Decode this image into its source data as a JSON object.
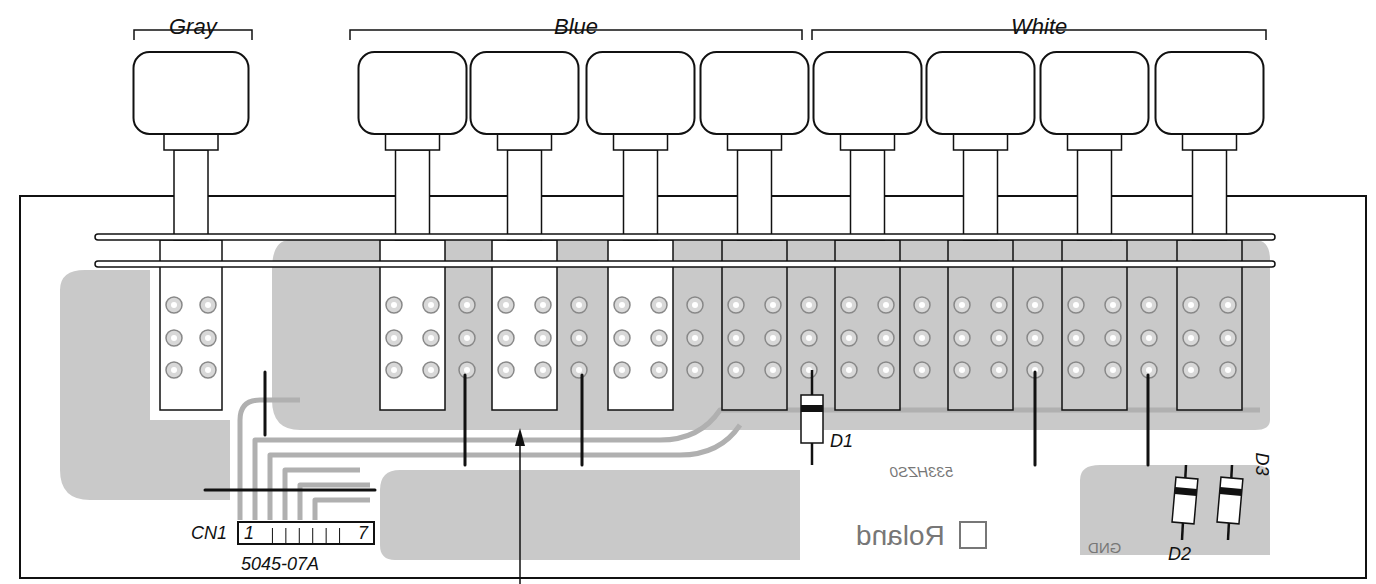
{
  "diagram": {
    "nodes": [
      {
        "text": [
          "CN1",
          "1",
          "7",
          "5045-07A"
        ]
      }
    ],
    "edges": [],
    "labels": [
      "Gray",
      "Blue",
      "White",
      "D1",
      "D2",
      "D3",
      "533HZS0",
      "Roland",
      "GND"
    ]
  }
}
